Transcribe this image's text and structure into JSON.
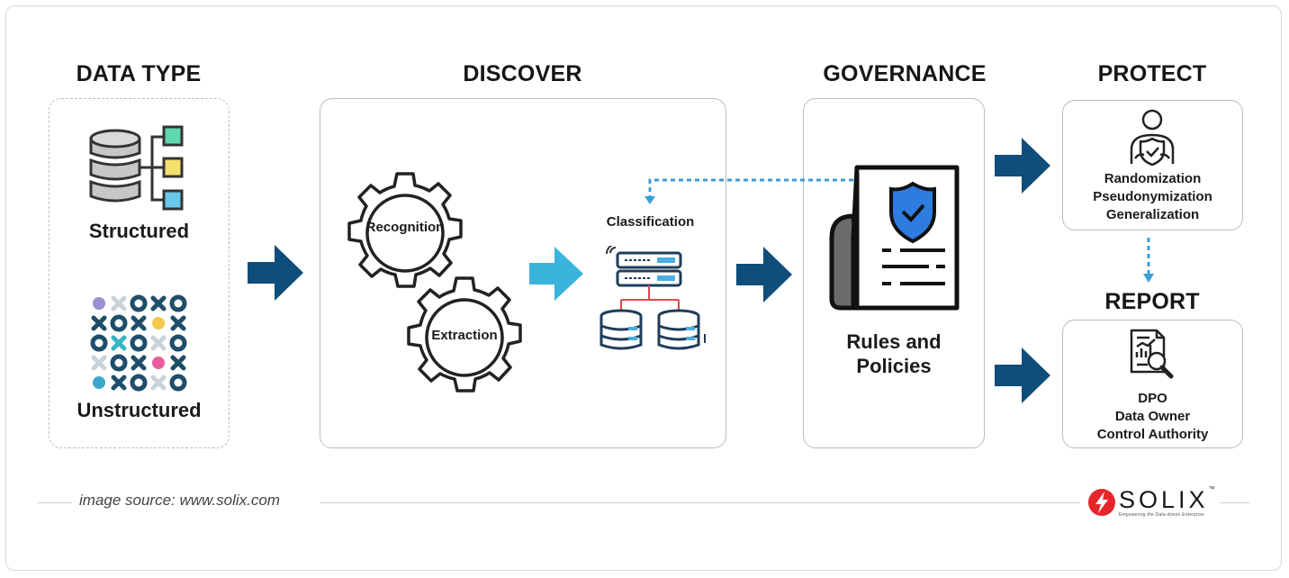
{
  "headings": {
    "data_type": "DATA TYPE",
    "discover": "DISCOVER",
    "governance": "GOVERNANCE",
    "protect": "PROTECT",
    "report": "REPORT"
  },
  "data_type": {
    "structured_label": "Structured",
    "unstructured_label": "Unstructured"
  },
  "discover": {
    "recognition_label": "Recognition",
    "extraction_label": "Extraction",
    "classification_label": "Classification"
  },
  "governance": {
    "line1": "Rules and",
    "line2": "Policies"
  },
  "protect": {
    "items": [
      "Randomization",
      "Pseudonymization",
      "Generalization"
    ]
  },
  "report": {
    "items": [
      "DPO",
      "Data Owner",
      "Control Authority"
    ]
  },
  "footer": {
    "source": "image source: www.solix.com",
    "logo": "SOLIX",
    "trademark": "™",
    "tagline": "Empowering the Data-driven Enterprise"
  },
  "colors": {
    "arrow_dark": "#0f4d7a",
    "arrow_light": "#3bb4dd",
    "dotted_connector": "#3a9fd6",
    "logo_red": "#e5262b"
  }
}
